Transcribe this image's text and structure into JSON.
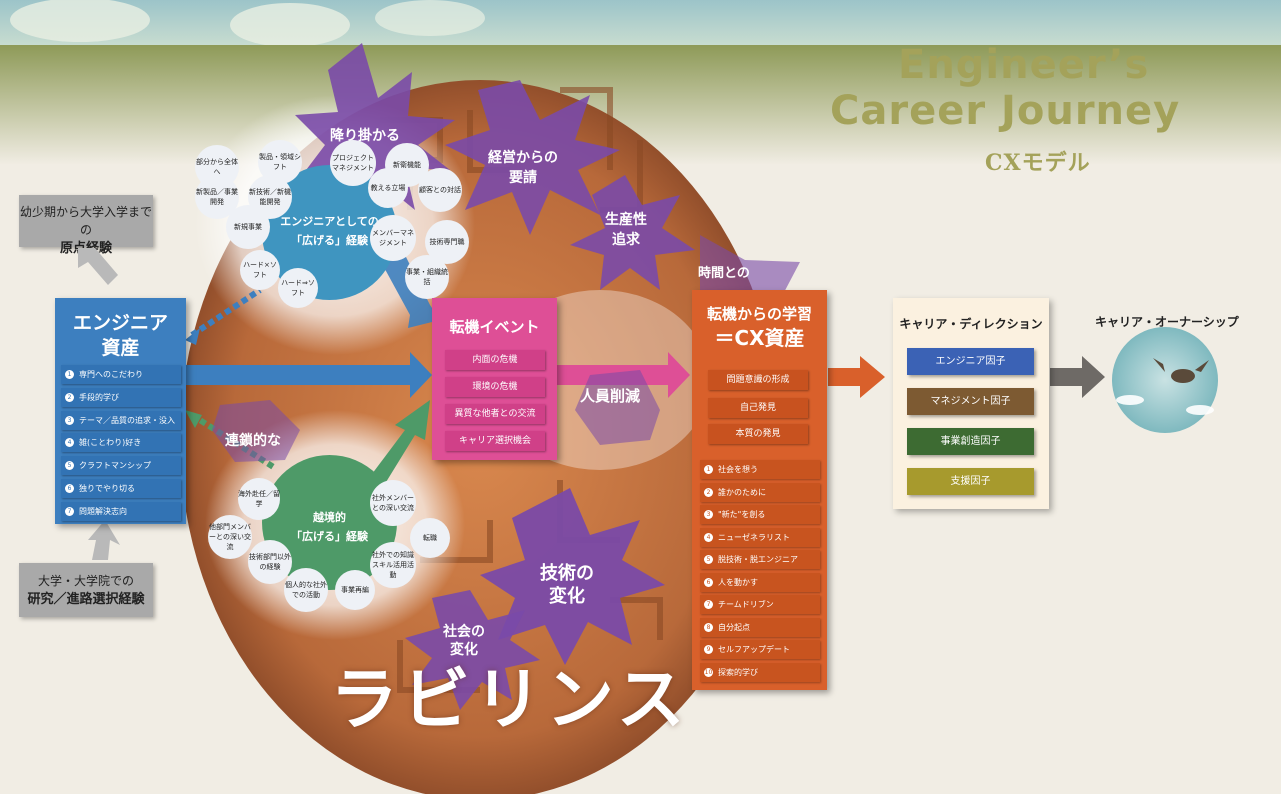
{
  "title": {
    "line1": "Engineer’s",
    "line2": "Career Journey",
    "sub": "CXモデル"
  },
  "origin_top": {
    "line1": "幼少期から大学入学までの",
    "line2": "原点経験"
  },
  "origin_bottom": {
    "line1": "大学・大学院での",
    "line2": "研究／進路選択経験"
  },
  "engineer_assets": {
    "title_line1": "エンジニア",
    "title_line2": "資産",
    "items": [
      {
        "n": "1",
        "label": "専門へのこだわり"
      },
      {
        "n": "2",
        "label": "手段的学び"
      },
      {
        "n": "3",
        "label": "テーマ／品質の追求・没入"
      },
      {
        "n": "4",
        "label": "雑(ことわり)好き"
      },
      {
        "n": "5",
        "label": "クラフトマンシップ"
      },
      {
        "n": "6",
        "label": "独りでやり切る"
      },
      {
        "n": "7",
        "label": "問題解決志向"
      }
    ]
  },
  "expand_circle": {
    "label_line1": "エンジニアとしての",
    "label_line2": "「広げる」経験",
    "bubbles": [
      "部分から全体へ",
      "製品・領域シフト",
      "プロジェクトマネジメント",
      "新衛機能",
      "新製品／事業開発",
      "新技術／新機能開発",
      "教える立場",
      "顧客との対話",
      "新規事業",
      "メンバーマネジメント",
      "技術専門職",
      "ハード×ソフト",
      "ハード⇒ソフト",
      "事業・組織統括"
    ]
  },
  "cross_circle": {
    "label_line1": "越境的",
    "label_line2": "「広げる」経験",
    "bubbles": [
      "海外赴任／留学",
      "社外メンバーとの深い交流",
      "他部門メンバーとの深い交流",
      "転職",
      "技術部門以外の経験",
      "社外での知識スキル活用活動",
      "個人的な社外での活動",
      "事業再編"
    ]
  },
  "stars": {
    "furikakaru": "降り掛かる",
    "keiei_line1": "経営からの",
    "keiei_line2": "要請",
    "seisansei_line1": "生産性",
    "seisansei_line2": "追求",
    "jikan": "時間との",
    "gijutsu_line1": "技術の",
    "gijutsu_line2": "変化",
    "shakai_line1": "社会の",
    "shakai_line2": "変化",
    "jinin": "人員削減",
    "rensa": "連鎖的な"
  },
  "turning_event": {
    "title": "転機イベント",
    "items": [
      "内面の危機",
      "環境の危機",
      "異質な他者との交流",
      "キャリア選択機会"
    ]
  },
  "cx_assets": {
    "title_line1": "転機からの学習",
    "title_line2": "＝CX資産",
    "top_items": [
      "問題意識の形成",
      "自己発見",
      "本質の発見"
    ],
    "items": [
      {
        "n": "1",
        "label": "社会を想う"
      },
      {
        "n": "2",
        "label": "誰かのために"
      },
      {
        "n": "3",
        "label": "\"新た\"を創る"
      },
      {
        "n": "4",
        "label": "ニューゼネラリスト"
      },
      {
        "n": "5",
        "label": "脱技術・脱エンジニア"
      },
      {
        "n": "6",
        "label": "人を動かす"
      },
      {
        "n": "7",
        "label": "チームドリブン"
      },
      {
        "n": "8",
        "label": "自分起点"
      },
      {
        "n": "9",
        "label": "セルフアップデート"
      },
      {
        "n": "10",
        "label": "探索的学び"
      }
    ]
  },
  "career_direction": {
    "title": "キャリア・ディレクション",
    "factors": [
      {
        "label": "エンジニア因子",
        "color": "#3b62b5"
      },
      {
        "label": "マネジメント因子",
        "color": "#7d5a32"
      },
      {
        "label": "事業創造因子",
        "color": "#3d6b32"
      },
      {
        "label": "支援因子",
        "color": "#a79a2d"
      }
    ]
  },
  "ownership": {
    "title": "キャリア・オーナーシップ"
  },
  "labyrinth": "ラビリンス",
  "colors": {
    "blue": "#3d7fbf",
    "pink": "#de4f96",
    "orange": "#d9602b",
    "green": "#4e9a68",
    "purple": "#7a4aa8",
    "title": "#a4a25a"
  }
}
